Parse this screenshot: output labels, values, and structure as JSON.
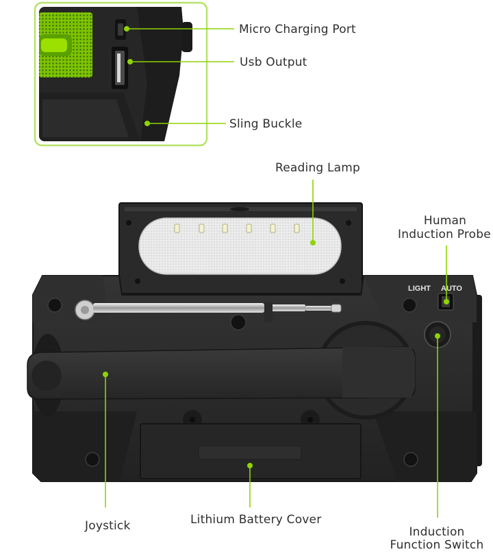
{
  "callouts": {
    "micro_charging_port": "Micro Charging Port",
    "usb_output": "Usb Output",
    "sling_buckle": "Sling Buckle",
    "reading_lamp": "Reading Lamp",
    "human_induction_probe_line1": "Human",
    "human_induction_probe_line2": "Induction Probe",
    "joystick": "Joystick",
    "lithium_battery_cover": "Lithium Battery Cover",
    "induction_function_switch_line1": "Induction",
    "induction_function_switch_line2": "Function Switch"
  },
  "device_labels": {
    "light": "LIGHT",
    "auto": "AUTO"
  },
  "colors": {
    "accent_green": "#8fd400",
    "inset_border": "#b6e36a",
    "device_body": "#2b2b2b",
    "device_dark": "#1c1c1c",
    "label_text": "#2e2e2e"
  }
}
